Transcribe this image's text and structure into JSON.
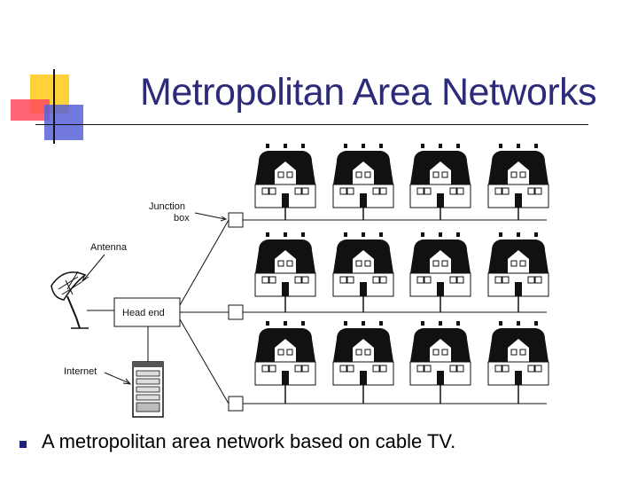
{
  "slide": {
    "title": "Metropolitan Area Networks",
    "caption": "A metropolitan area network based on cable TV."
  },
  "diagram": {
    "labels": {
      "junction_line1": "Junction",
      "junction_line2": "box",
      "antenna": "Antenna",
      "headend": "Head end",
      "internet": "Internet"
    },
    "rows": 3,
    "houses_per_row": 4,
    "colors": {
      "title": "#2b2b7a",
      "house": "#111111",
      "bullet": "#1a237e"
    },
    "icons": [
      "satellite-dish-icon",
      "server-rack-icon",
      "house-icon",
      "junction-box-icon"
    ]
  }
}
